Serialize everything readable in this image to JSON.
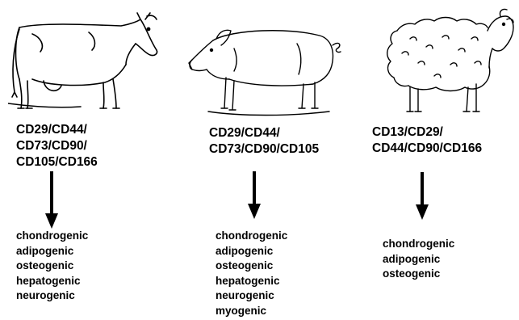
{
  "columns": [
    {
      "animal": "cow-icon",
      "markers": "CD29/CD44/\nCD73/CD90/\nCD105/CD166",
      "fates": [
        "chondrogenic",
        "adipogenic",
        "osteogenic",
        "hepatogenic",
        "neurogenic"
      ]
    },
    {
      "animal": "pig-icon",
      "markers": "CD29/CD44/\nCD73/CD90/CD105",
      "fates": [
        "chondrogenic",
        "adipogenic",
        "osteogenic",
        "hepatogenic",
        "neurogenic",
        "myogenic"
      ]
    },
    {
      "animal": "sheep-icon",
      "markers": "CD13/CD29/\nCD44/CD90/CD166",
      "fates": [
        "chondrogenic",
        "adipogenic",
        "osteogenic"
      ]
    }
  ]
}
